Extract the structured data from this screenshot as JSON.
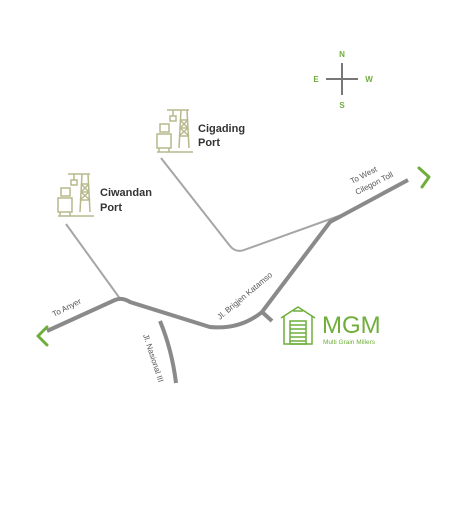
{
  "compass": {
    "north": "N",
    "south": "S",
    "east": "E",
    "west": "W"
  },
  "ports": [
    {
      "line1": "Cigading",
      "line2": "Port",
      "icon": "port-crane-icon"
    },
    {
      "line1": "Ciwandan",
      "line2": "Port",
      "icon": "port-crane-icon"
    }
  ],
  "roads": {
    "to_anyer": "To Anyer",
    "to_west_line1": "To West",
    "to_west_line2": "Cilegon Toll",
    "brigjen": "Jl. Brigjen Katamso",
    "nasional": "Jl. Nasional III"
  },
  "brand": {
    "name": "MGM",
    "tagline": "Multi Grain Millers",
    "icon": "warehouse-icon"
  },
  "colors": {
    "road_main": "#8a8a8a",
    "road_minor": "#a6a6a6",
    "accent": "#6fae3a",
    "port_icon": "#b7b98c"
  }
}
